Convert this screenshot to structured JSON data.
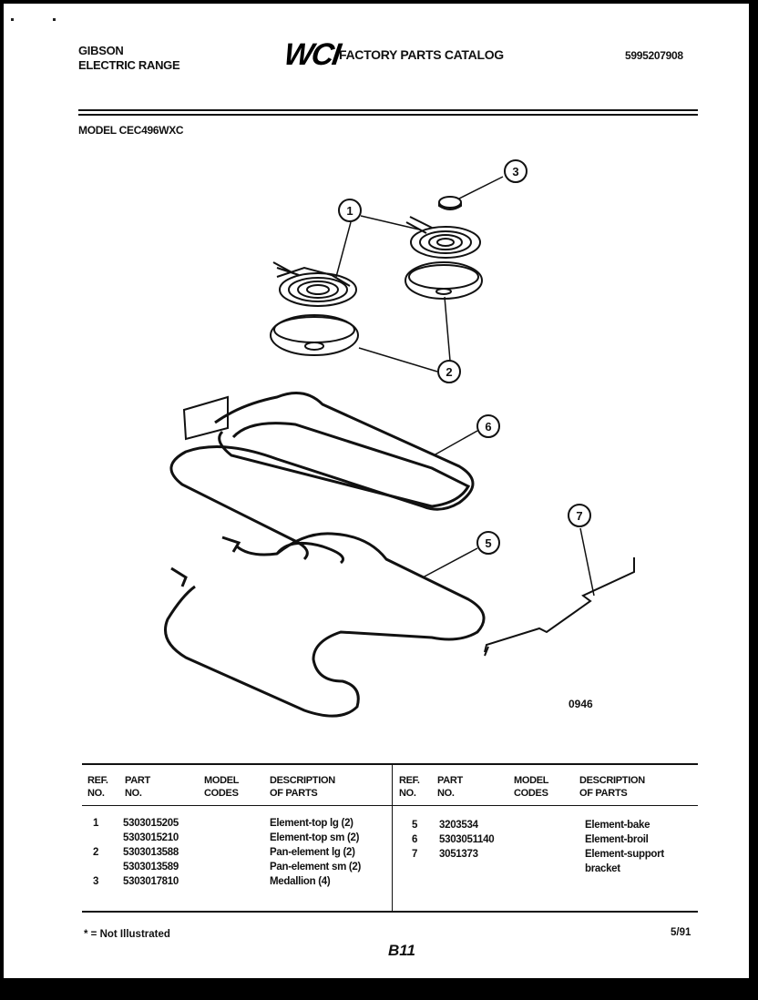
{
  "header": {
    "brand": "GIBSON",
    "product": "ELECTRIC RANGE",
    "logo": "WCI",
    "catalog_title": "FACTORY PARTS CATALOG",
    "catalog_number": "5995207908",
    "model": "MODEL CEC496WXC"
  },
  "diagram": {
    "callouts": [
      "1",
      "2",
      "3",
      "",
      "5",
      "6",
      "7"
    ],
    "figure_number": "0946"
  },
  "table": {
    "headers": [
      "REF. NO.",
      "PART NO.",
      "MODEL CODES",
      "DESCRIPTION OF PARTS"
    ],
    "left": [
      {
        "ref": "1",
        "part": "5303015205",
        "desc": "Element-top lg (2)"
      },
      {
        "ref": "",
        "part": "5303015210",
        "desc": "Element-top sm (2)"
      },
      {
        "ref": "2",
        "part": "5303013588",
        "desc": "Pan-element lg (2)"
      },
      {
        "ref": "",
        "part": "5303013589",
        "desc": "Pan-element sm (2)"
      },
      {
        "ref": "3",
        "part": "5303017810",
        "desc": "Medallion (4)"
      }
    ],
    "right": [
      {
        "ref": "5",
        "part": "3203534",
        "desc": "Element-bake"
      },
      {
        "ref": "6",
        "part": "5303051140",
        "desc": "Element-broil"
      },
      {
        "ref": "7",
        "part": "3051373",
        "desc": "Element-support"
      },
      {
        "ref": "",
        "part": "",
        "desc": "bracket"
      }
    ]
  },
  "footer": {
    "note": "* = Not Illustrated",
    "date": "5/91",
    "page": "B11"
  }
}
